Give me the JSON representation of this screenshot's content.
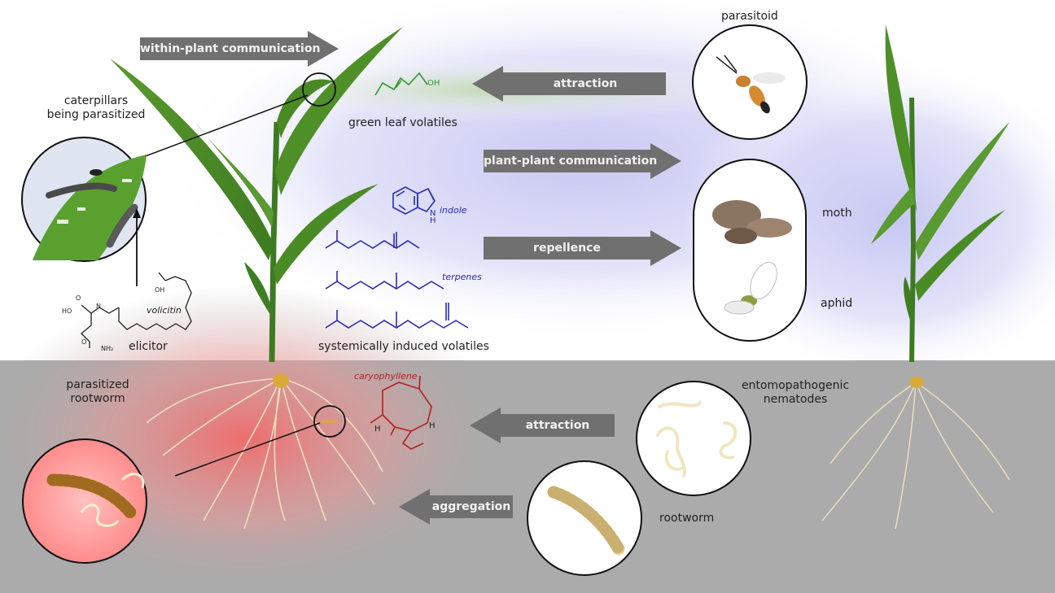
{
  "arrows": {
    "within_plant": "within-plant communication",
    "attraction_top": "attraction",
    "plant_plant": "plant-plant communication",
    "repellence": "repellence",
    "attraction_bottom": "attraction",
    "aggregation": "aggregation"
  },
  "labels": {
    "caterpillars": "caterpillars\nbeing parasitized",
    "green_leaf_volatiles": "green leaf volatiles",
    "parasitoid": "parasitoid",
    "moth": "moth",
    "aphid": "aphid",
    "elicitor": "elicitor",
    "systemically_induced": "systemically induced volatiles",
    "parasitized_rootworm": "parasitized\nrootworm",
    "entomopathogenic": "entomopathogenic\nnematodes",
    "rootworm": "rootworm"
  },
  "chemicals": {
    "indole": "indole",
    "terpenes": "terpenes",
    "volicitin": "volicitin",
    "caryophyllene": "caryophyllene",
    "oh": "OH",
    "nh": "N\nH",
    "ho": "HO",
    "o_top": "O",
    "n_volicitin": "N",
    "oh_volicitin": "OH",
    "o_amide": "O",
    "nh2": "NH₂",
    "h_left": "H",
    "h_right": "H"
  },
  "colors": {
    "arrow_gray": "#707070",
    "soil_gray": "#ababab",
    "indole_blue": "#2b2bb8",
    "glv_green": "#2f9a2f",
    "caryophyllene_red": "#b32020",
    "volatile_cloud": "#c8c8f0"
  }
}
